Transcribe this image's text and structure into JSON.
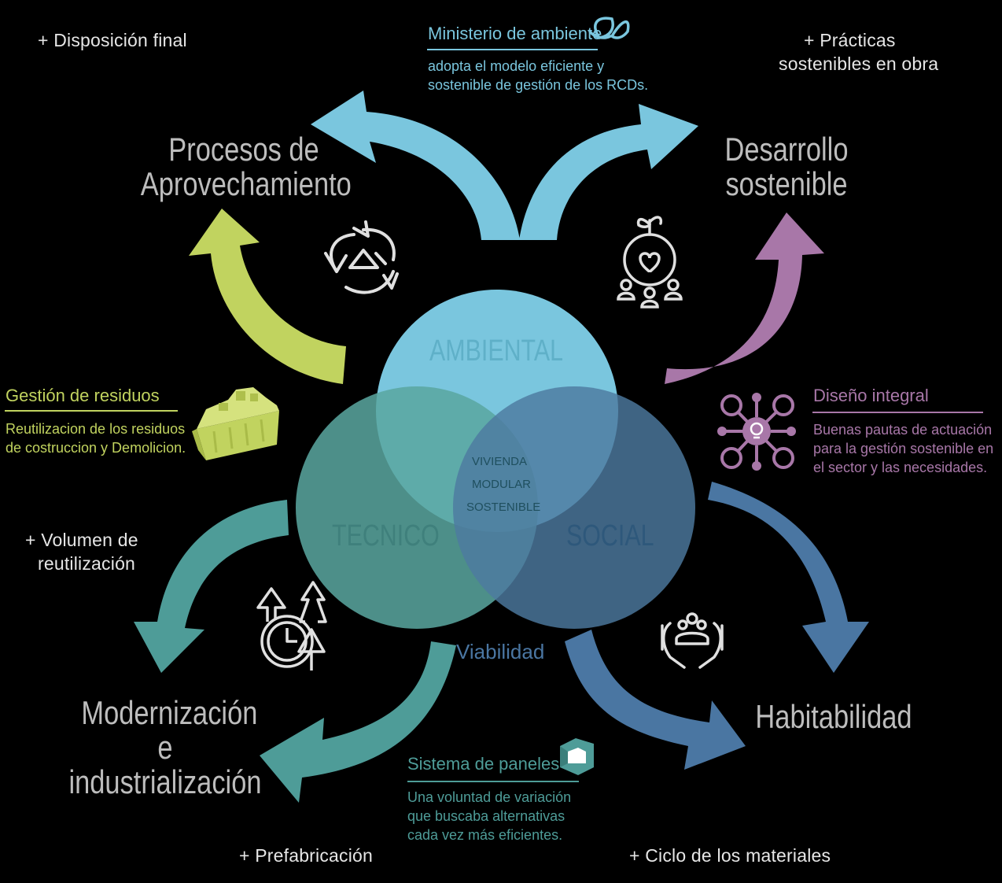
{
  "colors": {
    "background": "#000000",
    "ambiental": "#7ac6de",
    "tecnico": "#5aa6a0",
    "social": "#4d7aa0",
    "green": "#c1d35f",
    "purple": "#a877a8",
    "teal": "#4e9c98",
    "blue": "#4a76a2",
    "grey_text": "#bdbdbd"
  },
  "circles": {
    "ambiental": "AMBIENTAL",
    "tecnico": "TECNICO",
    "social": "SOCIAL",
    "center": [
      "VIVIENDA",
      "MODULAR",
      "SOSTENIBLE"
    ]
  },
  "viabilidad": "Viabilidad",
  "headings": {
    "procesos": [
      "Procesos  de",
      "Aprovechamiento"
    ],
    "desarrollo": [
      "Desarrollo",
      "sostenible"
    ],
    "modernizacion": [
      "Modernización",
      "e",
      "industrialización"
    ],
    "habitabilidad": "Habitabilidad"
  },
  "notes": {
    "disposicion": "+  Disposición  final",
    "practicas": [
      "+  Prácticas",
      "sostenibles  en  obra"
    ],
    "volumen": [
      "+  Volumen  de",
      "reutilización"
    ],
    "prefabricacion": "+  Prefabricación",
    "ciclo": "+  Ciclo  de  los  materiales"
  },
  "callouts": {
    "ministerio": {
      "title": "Ministerio  de  ambiente",
      "lines": [
        "adopta  el  modelo  eficiente  y",
        "sostenible  de  gestión  de  los  RCDs."
      ]
    },
    "gestion": {
      "title": "Gestión  de  residuos",
      "lines": [
        "Reutilizacion  de  los  residuos",
        "de  costruccion  y  Demolicion."
      ]
    },
    "diseno": {
      "title": "Diseño  integral",
      "lines": [
        "Buenas  pautas  de  actuación",
        "para  la  gestión  sostenible  en",
        "el  sector  y  las  necesidades."
      ]
    },
    "sistema": {
      "title": "Sistema  de  paneles",
      "lines": [
        "Una  voluntad  de  variación",
        "que  buscaba  alternativas",
        "cada  vez  más  eficientes."
      ]
    }
  },
  "icons": [
    "leaves-icon",
    "recycle-icon",
    "earth-people-icon",
    "waste-container-icon",
    "network-idea-icon",
    "growth-clock-icon",
    "hands-community-icon",
    "panel-box-icon"
  ]
}
